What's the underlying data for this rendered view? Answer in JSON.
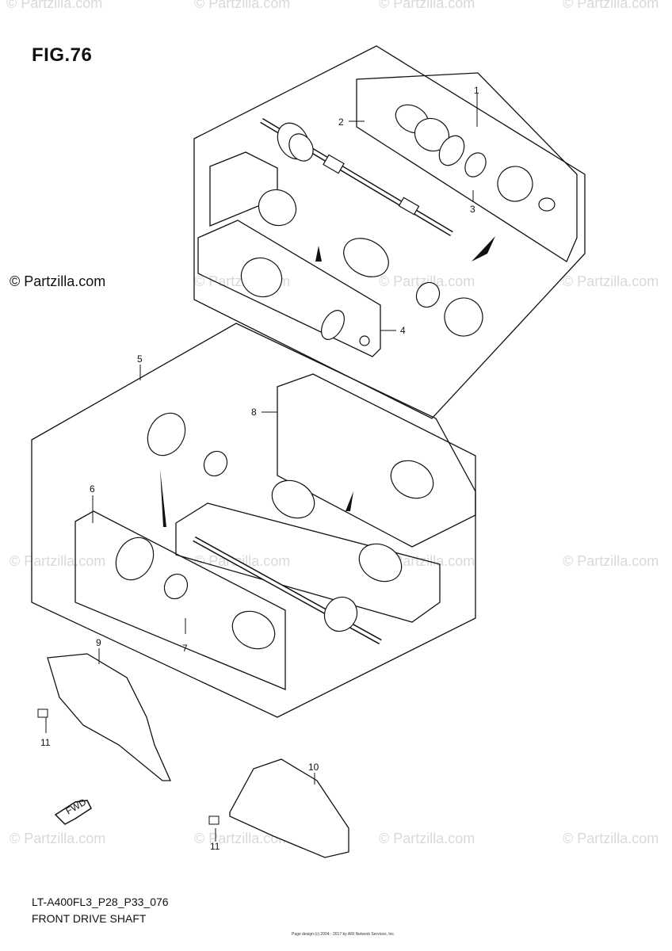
{
  "figure": {
    "title": "FIG.76"
  },
  "watermarks": {
    "main": "© Partzilla.com",
    "repeat": "© Partzilla.com"
  },
  "callouts": [
    "1",
    "2",
    "3",
    "4",
    "5",
    "6",
    "7",
    "8",
    "9",
    "10",
    "11",
    "11"
  ],
  "fwd_label": "FWD",
  "footer": {
    "code": "LT-A400FL3_P28_P33_076",
    "caption": "FRONT DRIVE SHAFT",
    "fine_print": "Page design (c) 2004 - 2017 by ARI Network Services, Inc."
  }
}
